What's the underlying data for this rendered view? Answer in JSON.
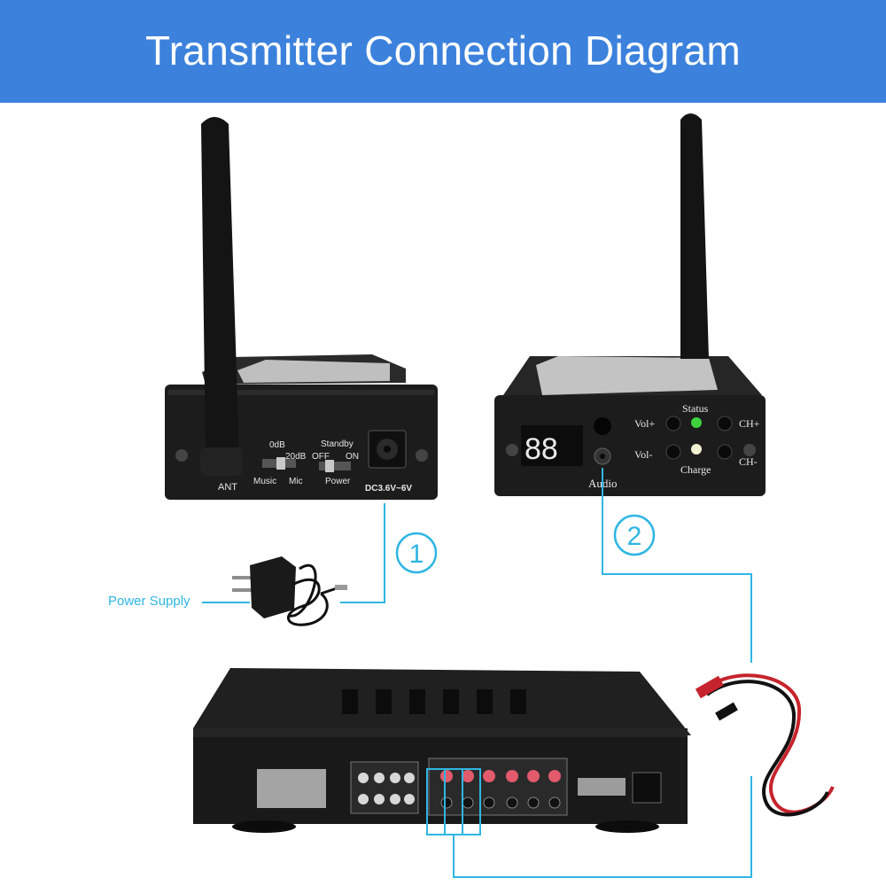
{
  "header": {
    "title": "Transmitter Connection Diagram"
  },
  "colors": {
    "header_bg": "#3c82dd",
    "connector_line": "#2fb6e3",
    "device_body": "#1c1c1c"
  },
  "steps": [
    {
      "label": "1"
    },
    {
      "label": "2"
    }
  ],
  "power_supply": {
    "label": "Power Supply"
  },
  "transmitter_back": {
    "ant": "ANT",
    "gain_top": "0dB",
    "gain_bottom": "20dB",
    "mode_left": "Music",
    "mode_right": "Mic",
    "standby": "Standby",
    "off": "OFF",
    "on": "ON",
    "power": "Power",
    "dc": "DC3.6V~6V"
  },
  "transmitter_front": {
    "display": "88",
    "vol_up": "Vol+",
    "vol_down": "Vol-",
    "status": "Status",
    "charge": "Charge",
    "ch_up": "CH+",
    "ch_down": "CH-",
    "audio": "Audio"
  }
}
